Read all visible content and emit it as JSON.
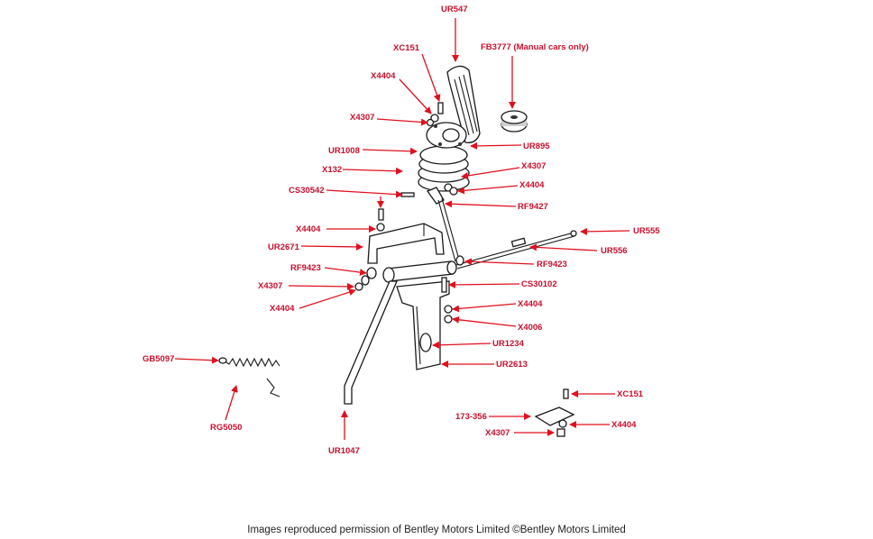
{
  "labels": {
    "ur547": "UR547",
    "xc151_top": "XC151",
    "fb3777": "FB3777 (Manual cars only)",
    "x4404_a": "X4404",
    "x4307_a": "X4307",
    "ur1008": "UR1008",
    "ur895": "UR895",
    "x132": "X132",
    "x4307_b": "X4307",
    "cs30542": "CS30542",
    "x4404_b": "X4404",
    "rf9427": "RF9427",
    "x4404_c": "X4404",
    "ur555": "UR555",
    "ur2671": "UR2671",
    "ur556": "UR556",
    "rf9423_left": "RF9423",
    "rf9423_right": "RF9423",
    "x4307_c": "X4307",
    "cs30102": "CS30102",
    "x4404_d": "X4404",
    "x4404_e": "X4404",
    "x4006": "X4006",
    "ur1234": "UR1234",
    "gb5097": "GB5097",
    "ur2613": "UR2613",
    "xc151_bottom": "XC151",
    "part_173_356": "173-356",
    "x4404_f": "X4404",
    "x4307_d": "X4307",
    "rg5050": "RG5050",
    "ur1047": "UR1047"
  },
  "footer": "Images reproduced permission of Bentley Motors Limited ©Bentley Motors Limited",
  "colors": {
    "label": "#c8102e",
    "arrow": "#e0101e",
    "line": "#1a1a1a"
  }
}
